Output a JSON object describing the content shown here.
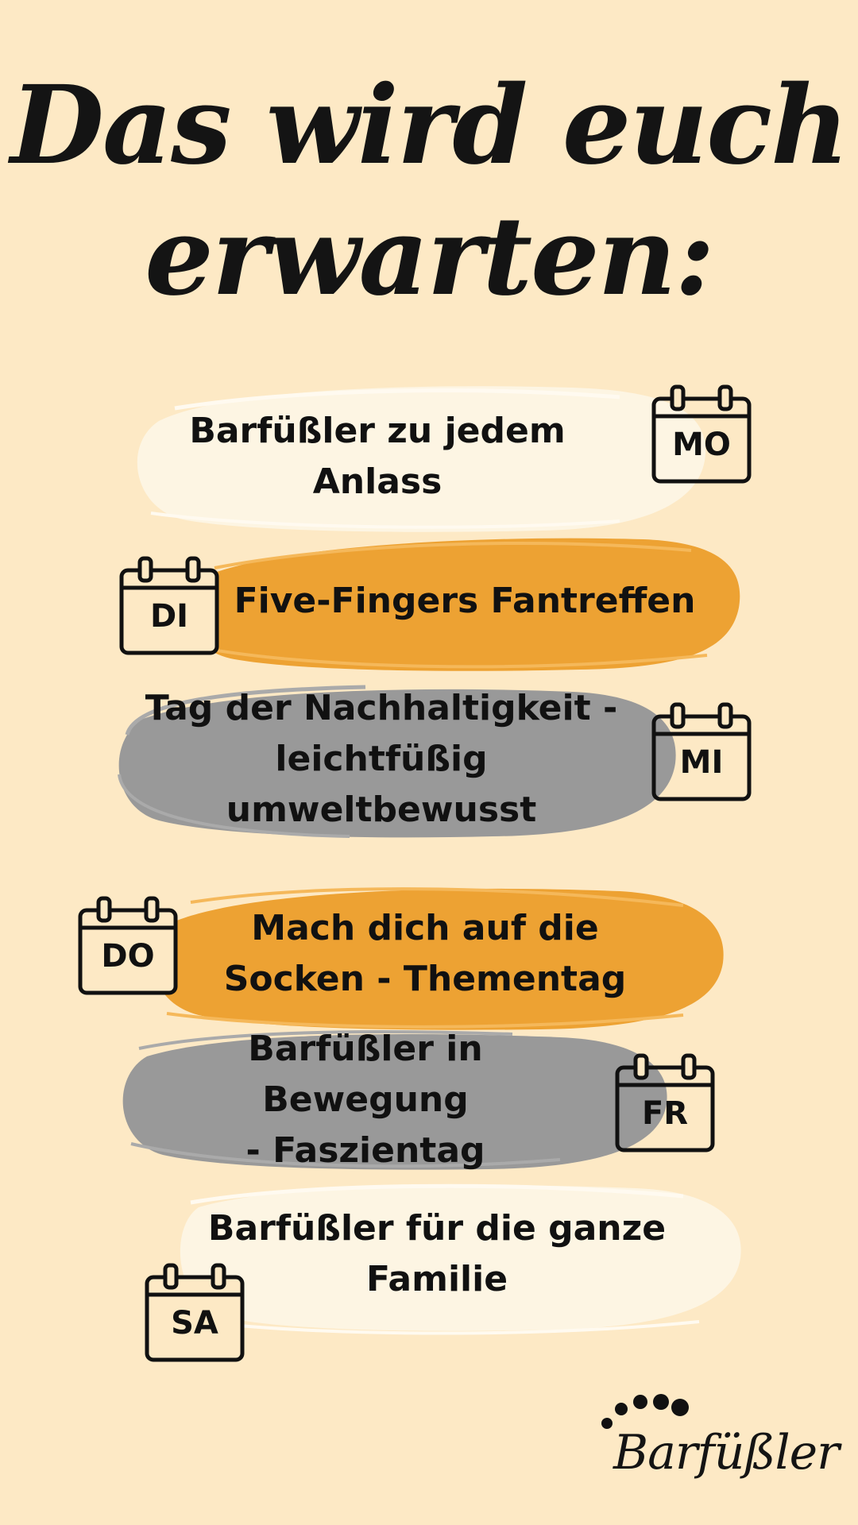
{
  "headline": {
    "line1": "Das wird euch",
    "line2": "erwarten:"
  },
  "colors": {
    "background": "#fde9c5",
    "cream": "#fdf5e3",
    "orange": "#eda233",
    "gray": "#999999",
    "ink": "#111111"
  },
  "events": [
    {
      "day": "MO",
      "line1": "Barfüßler zu jedem",
      "line2": "Anlass"
    },
    {
      "day": "DI",
      "line1": "Five-Fingers Fantreffen",
      "line2": ""
    },
    {
      "day": "MI",
      "line1": "Tag der Nachhaltigkeit -",
      "line2": "leichtfüßig umweltbewusst"
    },
    {
      "day": "DO",
      "line1": "Mach dich auf die",
      "line2": "Socken - Thementag"
    },
    {
      "day": "FR",
      "line1": "Barfüßler in Bewegung",
      "line2": "- Faszientag"
    },
    {
      "day": "SA",
      "line1": "Barfüßler für die ganze",
      "line2": "Familie"
    }
  ],
  "logo": {
    "name": "Barfüßler",
    "icon": "paw-print-icon"
  }
}
